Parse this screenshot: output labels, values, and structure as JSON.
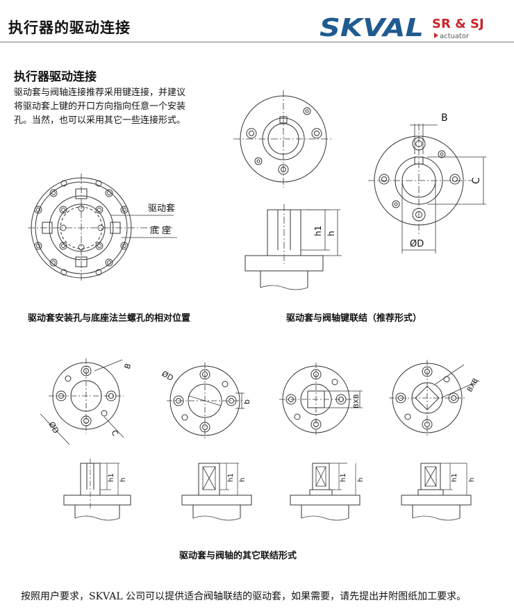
{
  "header": {
    "title": "执行器的驱动连接",
    "brand": "SKVAL",
    "sub_brand": "SR & SJ",
    "sub_brand_tag": "actuator",
    "colors": {
      "brand_blue": "#1f5b8f",
      "brand_red": "#c8262b",
      "rule": "#777777"
    }
  },
  "section": {
    "title": "执行器驱动连接",
    "intro_lines": [
      "驱动套与阀轴连接推荐采用键连接，并建议",
      "将驱动套上键的开口方向指向任意一个安装",
      "孔。当然，也可以采用其它一些连接形式。"
    ]
  },
  "figure1": {
    "label_drive_sleeve": "驱动套",
    "label_base": "底 座",
    "caption": "驱动套安装孔与底座法兰螺孔的相对位置"
  },
  "figure2": {
    "dim_b": "B",
    "dim_c": "C",
    "dim_d": "ØD",
    "dim_h1": "h1",
    "dim_h": "h",
    "caption": "驱动套与阀轴键联结（推荐形式）"
  },
  "figure3": {
    "dim_b": "B",
    "dim_c": "C",
    "dim_d": "ØD",
    "dim_d2": "ØD",
    "dim_b2": "b",
    "dim_bxb": "BXB",
    "dim_bxb2": "BXB",
    "dim_h1": "h1",
    "dim_h": "h",
    "caption": "驱动套与阀轴的其它联结形式"
  },
  "footer": {
    "note": "按照用户要求，SKVAL 公司可以提供适合阀轴联结的驱动套，如果需要，请先提出并附图纸加工要求。"
  }
}
